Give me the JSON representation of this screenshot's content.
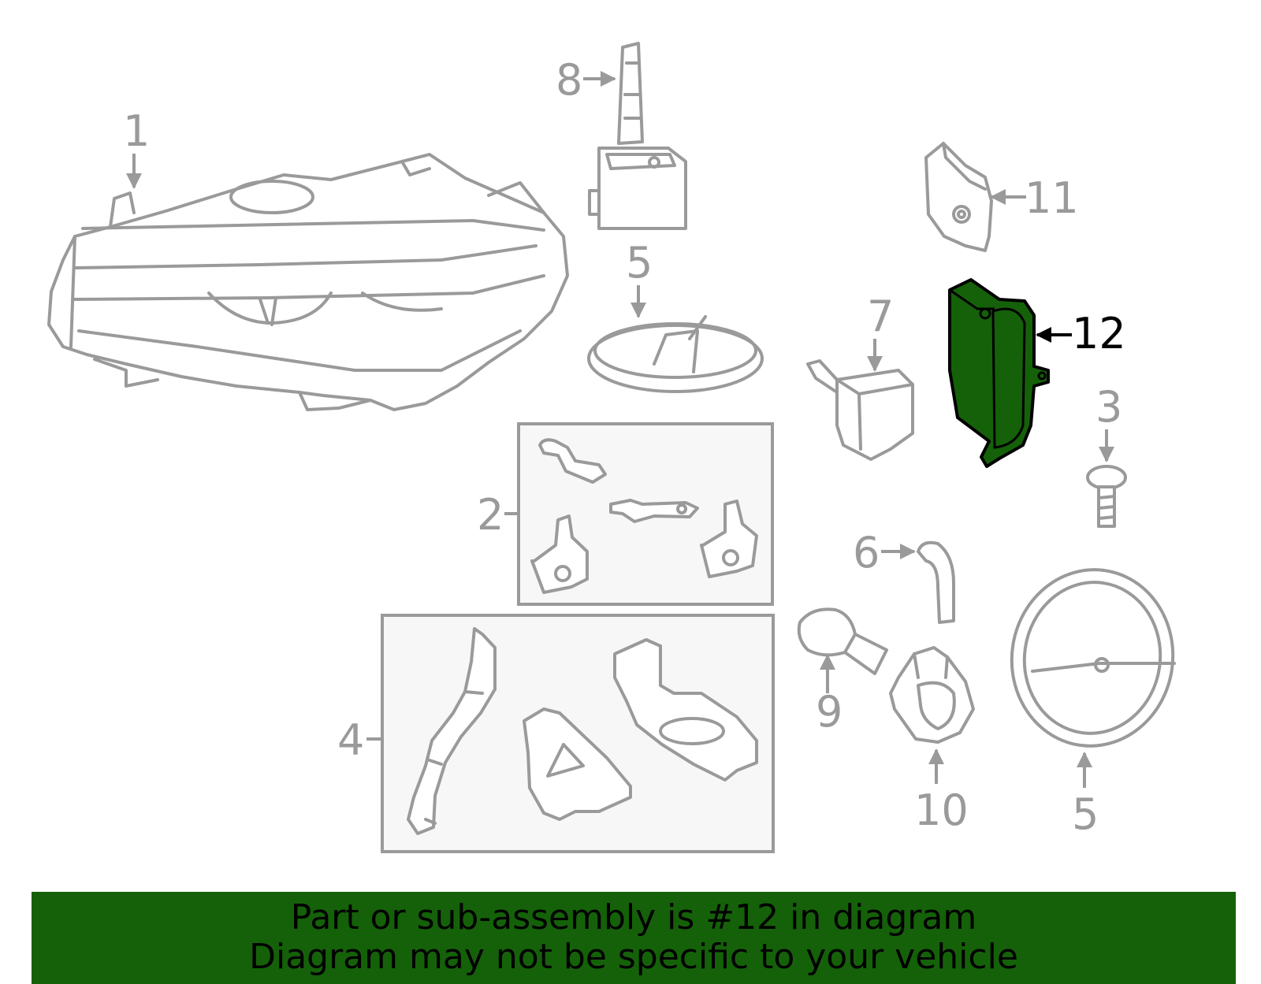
{
  "callouts": {
    "c1": "1",
    "c2": "2",
    "c3": "3",
    "c4": "4",
    "c5a": "5",
    "c5b": "5",
    "c6": "6",
    "c7": "7",
    "c8": "8",
    "c9": "9",
    "c10": "10",
    "c11": "11",
    "c12": "12"
  },
  "highlighted_part": "12",
  "colors": {
    "highlight": "#156109",
    "outline": "#9a9a9a",
    "banner": "#156109"
  },
  "banner": {
    "line1": "Part or sub-assembly is #12 in diagram",
    "line2": "Diagram may not be specific to your vehicle"
  }
}
